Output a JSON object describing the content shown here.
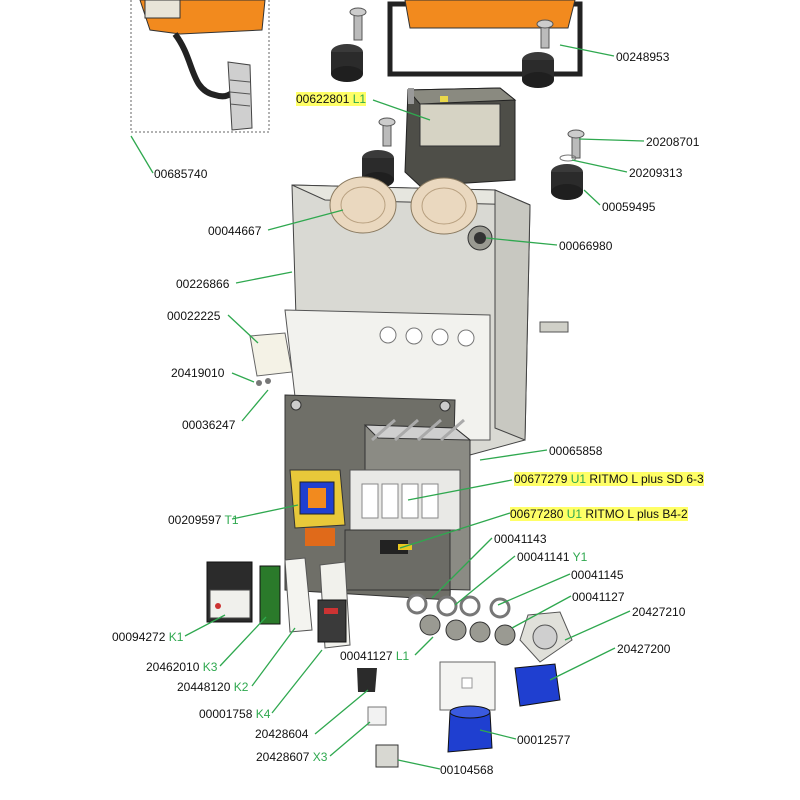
{
  "labels": {
    "p00248953": {
      "code": "00248953"
    },
    "p00622801": {
      "code": "00622801",
      "ref": "L1"
    },
    "p20208701": {
      "code": "20208701"
    },
    "p00685740": {
      "code": "00685740"
    },
    "p20209313": {
      "code": "20209313"
    },
    "p00059495": {
      "code": "00059495"
    },
    "p00044667": {
      "code": "00044667"
    },
    "p00066980": {
      "code": "00066980"
    },
    "p00226866": {
      "code": "00226866"
    },
    "p00022225": {
      "code": "00022225"
    },
    "p20419010": {
      "code": "20419010"
    },
    "p00036247": {
      "code": "00036247"
    },
    "p00065858": {
      "code": "00065858"
    },
    "p00677279": {
      "code": "00677279",
      "ref": "U1",
      "desc": "RITMO L plus SD 6-3"
    },
    "p00209597": {
      "code": "00209597",
      "ref": "T1"
    },
    "p00677280": {
      "code": "00677280",
      "ref": "U1",
      "desc": "RITMO L plus B4-2"
    },
    "p00041143": {
      "code": "00041143"
    },
    "p00041141": {
      "code": "00041141",
      "ref": "Y1"
    },
    "p00041145": {
      "code": "00041145"
    },
    "p00041127a": {
      "code": "00041127"
    },
    "p20427210": {
      "code": "20427210"
    },
    "p00094272": {
      "code": "00094272",
      "ref": "K1"
    },
    "p20427200": {
      "code": "20427200"
    },
    "p00041127b": {
      "code": "00041127",
      "ref": "L1"
    },
    "p20462010": {
      "code": "20462010",
      "ref": "K3"
    },
    "p20448120": {
      "code": "20448120",
      "ref": "K2"
    },
    "p00001758": {
      "code": "00001758",
      "ref": "K4"
    },
    "p20428604": {
      "code": "20428604"
    },
    "p00012577": {
      "code": "00012577"
    },
    "p20428607": {
      "code": "20428607",
      "ref": "X3"
    },
    "p00104568": {
      "code": "00104568"
    }
  },
  "colors": {
    "leader": "#2fa84f",
    "highlight": "#ffff66",
    "orange": "#f28a1e",
    "box_grey": "#d9d9d3",
    "plate_grey": "#6f6f68",
    "rubber": "#2b2b2b",
    "cream": "#ead8bf",
    "blue": "#1f3fd0"
  }
}
